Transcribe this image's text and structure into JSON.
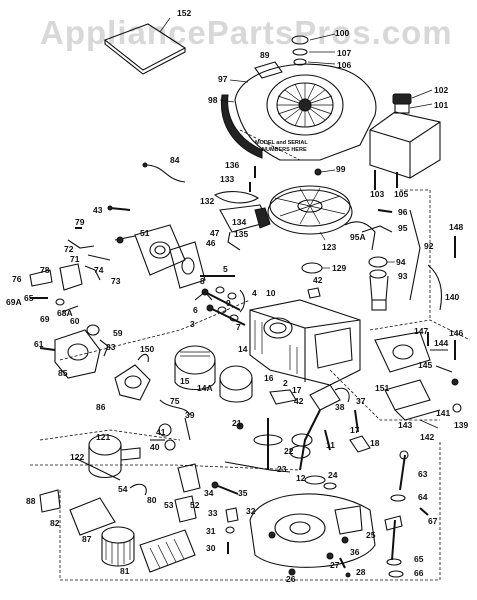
{
  "watermark": "AppliancePartsPros.com",
  "model_note": [
    "MODEL and SERIAL",
    "NUMBERS HERE"
  ],
  "labels": {
    "l152": "152",
    "l100": "100",
    "l107": "107",
    "l106": "106",
    "l89": "89",
    "l97": "97",
    "l98": "98",
    "l102": "102",
    "l101": "101",
    "l84": "84",
    "l136": "136",
    "l133": "133",
    "l99": "99",
    "l103": "103",
    "l105": "105",
    "l132": "132",
    "l43": "43",
    "l79": "79",
    "l51": "51",
    "l47": "47",
    "l134": "134",
    "l135": "135",
    "l46": "46",
    "l96": "96",
    "l123": "123",
    "l95a": "95A",
    "l95": "95",
    "l92": "92",
    "l148": "148",
    "l72": "72",
    "l74": "74",
    "l71": "71",
    "l73": "73",
    "l76": "76",
    "l78": "78",
    "l129": "129",
    "l94": "94",
    "l93": "93",
    "l5": "5",
    "l42": "42",
    "l69a": "69A",
    "l65": "65",
    "l69": "69",
    "l68a": "68A",
    "l8": "8",
    "l6": "6",
    "l9": "9",
    "l4": "4",
    "l10": "10",
    "l140": "140",
    "l3": "3",
    "l7": "7",
    "l60": "60",
    "l59": "59",
    "l147": "147",
    "l146": "146",
    "l61": "61",
    "l83": "83",
    "l150": "150",
    "l14": "14",
    "l144": "144",
    "l85": "85",
    "l15": "15",
    "l16": "16",
    "l14a": "14A",
    "l145": "145",
    "l2": "2",
    "l17": "17",
    "l151": "151",
    "l86": "86",
    "l75": "75",
    "l39": "39",
    "l42b": "42",
    "l38": "38",
    "l37": "37",
    "l141": "141",
    "l139": "139",
    "l143": "143",
    "l142": "142",
    "l121": "121",
    "l41": "41",
    "l21": "21",
    "l40": "40",
    "l22": "22",
    "l17b": "17",
    "l18": "18",
    "l11": "11",
    "l122": "122",
    "l23": "23",
    "l24": "24",
    "l63": "63",
    "l12": "12",
    "l54": "54",
    "l64": "64",
    "l88": "88",
    "l80": "80",
    "l34": "34",
    "l35": "35",
    "l53": "53",
    "l52": "52",
    "l32": "32",
    "l82": "82",
    "l33": "33",
    "l67": "67",
    "l87": "87",
    "l31": "31",
    "l25": "25",
    "l30": "30",
    "l36": "36",
    "l81": "81",
    "l27": "27",
    "l28": "28",
    "l65b": "65",
    "l26": "26",
    "l66": "66"
  }
}
